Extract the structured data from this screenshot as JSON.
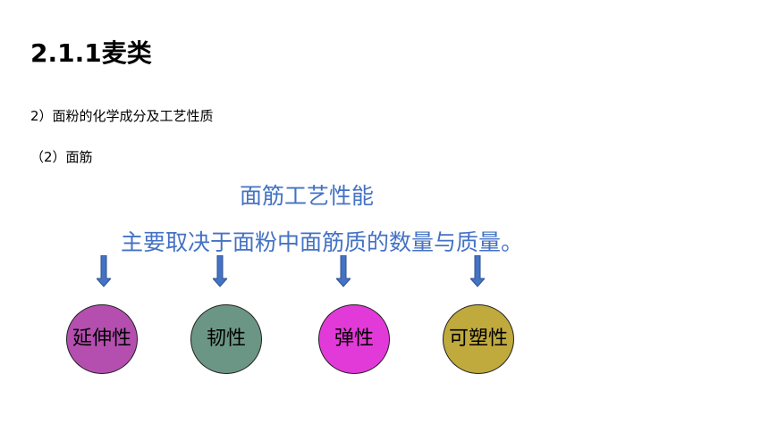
{
  "slide": {
    "heading": "2.1.1麦类",
    "sub1": "2）面粉的化学成分及工艺性质",
    "sub2": "（2）面筋",
    "blue_title": "面筋工艺性能",
    "blue_line": "主要取决于面粉中面筋质的数量与质量。"
  },
  "properties": [
    {
      "label": "延伸性",
      "color": "#b44fb0"
    },
    {
      "label": "韧性",
      "color": "#6b9685"
    },
    {
      "label": "弹性",
      "color": "#e23ad8"
    },
    {
      "label": "可塑性",
      "color": "#c0aa3d"
    }
  ],
  "colors": {
    "accent_text": "#4472c4",
    "arrow_fill": "#4472c4",
    "arrow_stroke": "#2f528f"
  }
}
